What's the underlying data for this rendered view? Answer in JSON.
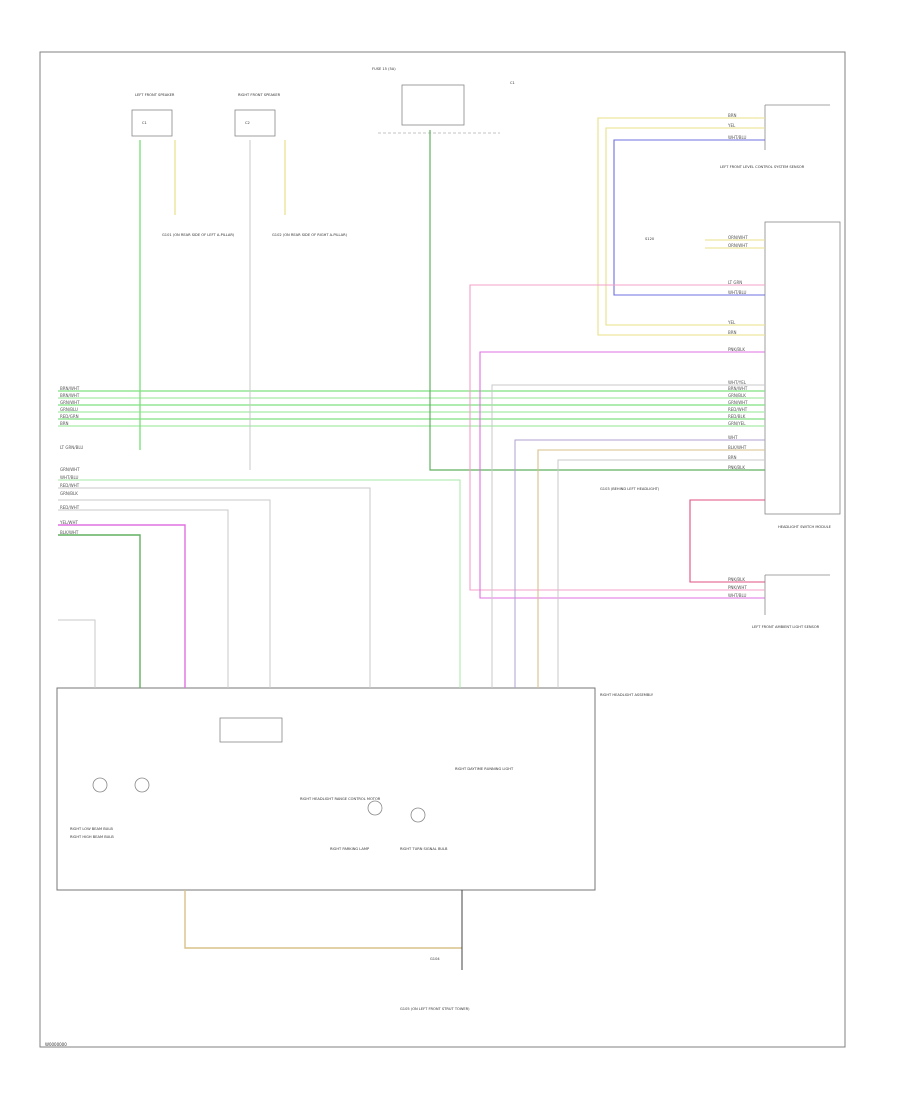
{
  "diagram": {
    "footer_code": "W0000000",
    "connector_c1": "C1",
    "connector_c2": "C2",
    "ground_label": "G104",
    "splice_label": "S120",
    "left_harness_codes": [
      "BRN/WHT",
      "BRN/WHT",
      "GRN/WHT",
      "GRN/BLU",
      "RED/GRN",
      "BRN",
      "LT GRN/BLU",
      "GRN/WHT",
      "WHT/BLU",
      "RED/WHT",
      "GRN/BLK",
      "RED/WHT",
      "YEL/WHT",
      "BLK/WHT"
    ],
    "right_harness_codes": [
      "BRN",
      "YEL",
      "WHT/BLU",
      "ORN/WHT",
      "ORN/WHT",
      "LT GRN",
      "WHT/BLU",
      "YEL",
      "BRN",
      "PNK/BLK",
      "WHT/YEL",
      "BRN/WHT",
      "GRN/BLK",
      "GRN/WHT",
      "RED/WHT",
      "RED/BLK",
      "GRN/YEL",
      "WHT",
      "BLK/WHT",
      "BRN",
      "PNK/BLK",
      "PNK/BLK",
      "PNK/WHT",
      "WHT/BLU"
    ],
    "unit_labels": [
      "LEFT FRONT SPEAKER",
      "RIGHT FRONT SPEAKER",
      "RIGHT HEADLIGHT ASSEMBLY",
      "HEADLIGHT SWITCH MODULE",
      "LEFT FRONT LEVEL CONTROL SYSTEM SENSOR",
      "LEFT FRONT AMBIENT LIGHT SENSOR"
    ],
    "note_labels": [
      "G101 (ON REAR SIDE OF LEFT A-PILLAR)",
      "G102 (ON REAR SIDE OF RIGHT A-PILLAR)",
      "G103 (BEHIND LEFT HEADLIGHT)",
      "G105 (ON LEFT FRONT STRUT TOWER)"
    ],
    "fuse_label": "FUSE 15 (5A)",
    "internal_labels": [
      "RIGHT LOW BEAM BULB",
      "RIGHT HIGH BEAM BULB",
      "RIGHT PARKING LAMP",
      "RIGHT TURN SIGNAL BULB",
      "RIGHT HEADLIGHT RANGE CONTROL MOTOR",
      "RIGHT DAYTIME RUNNING LIGHT"
    ]
  }
}
